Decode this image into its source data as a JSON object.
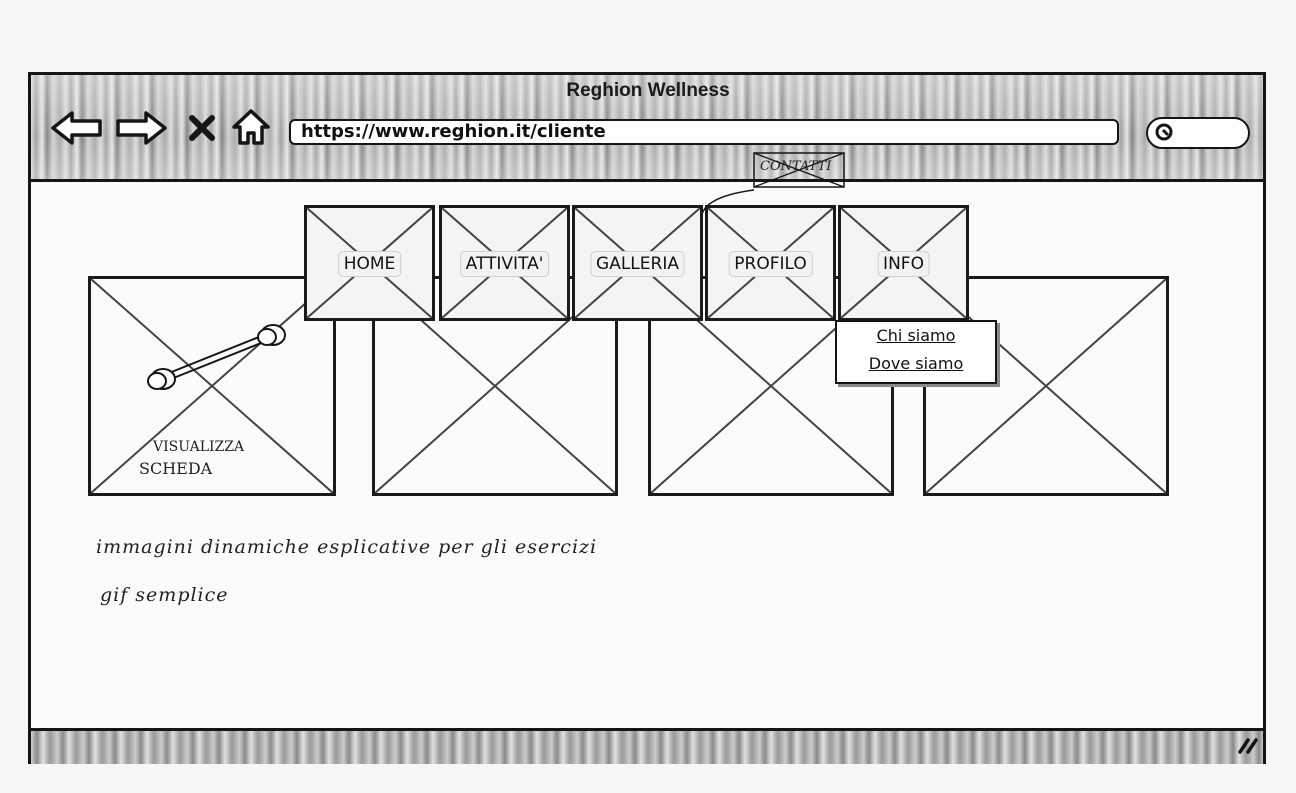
{
  "browser": {
    "title": "Reghion Wellness",
    "url": "https://www.reghion.it/cliente",
    "nav_icons": [
      "back-arrow-icon",
      "forward-arrow-icon",
      "close-icon",
      "home-icon",
      "search-icon"
    ]
  },
  "nav": {
    "items": [
      {
        "label": "HOME"
      },
      {
        "label": "ATTIVITA'"
      },
      {
        "label": "GALLERIA"
      },
      {
        "label": "PROFILO"
      },
      {
        "label": "INFO"
      }
    ],
    "crossed_note": "CONTATTI"
  },
  "info_menu": {
    "items": [
      {
        "label": "Chi siamo"
      },
      {
        "label": "Dove siamo"
      }
    ]
  },
  "cards": [
    {
      "caption_line1": "VISUALIZZA",
      "caption_line2": "SCHEDA"
    }
  ],
  "handwritten_notes": {
    "line1": "immagini dinamiche esplicative per gli esercizi",
    "line2": "gif semplice"
  },
  "colors": {
    "ink": "#151515",
    "paper": "#f6f6f4"
  }
}
